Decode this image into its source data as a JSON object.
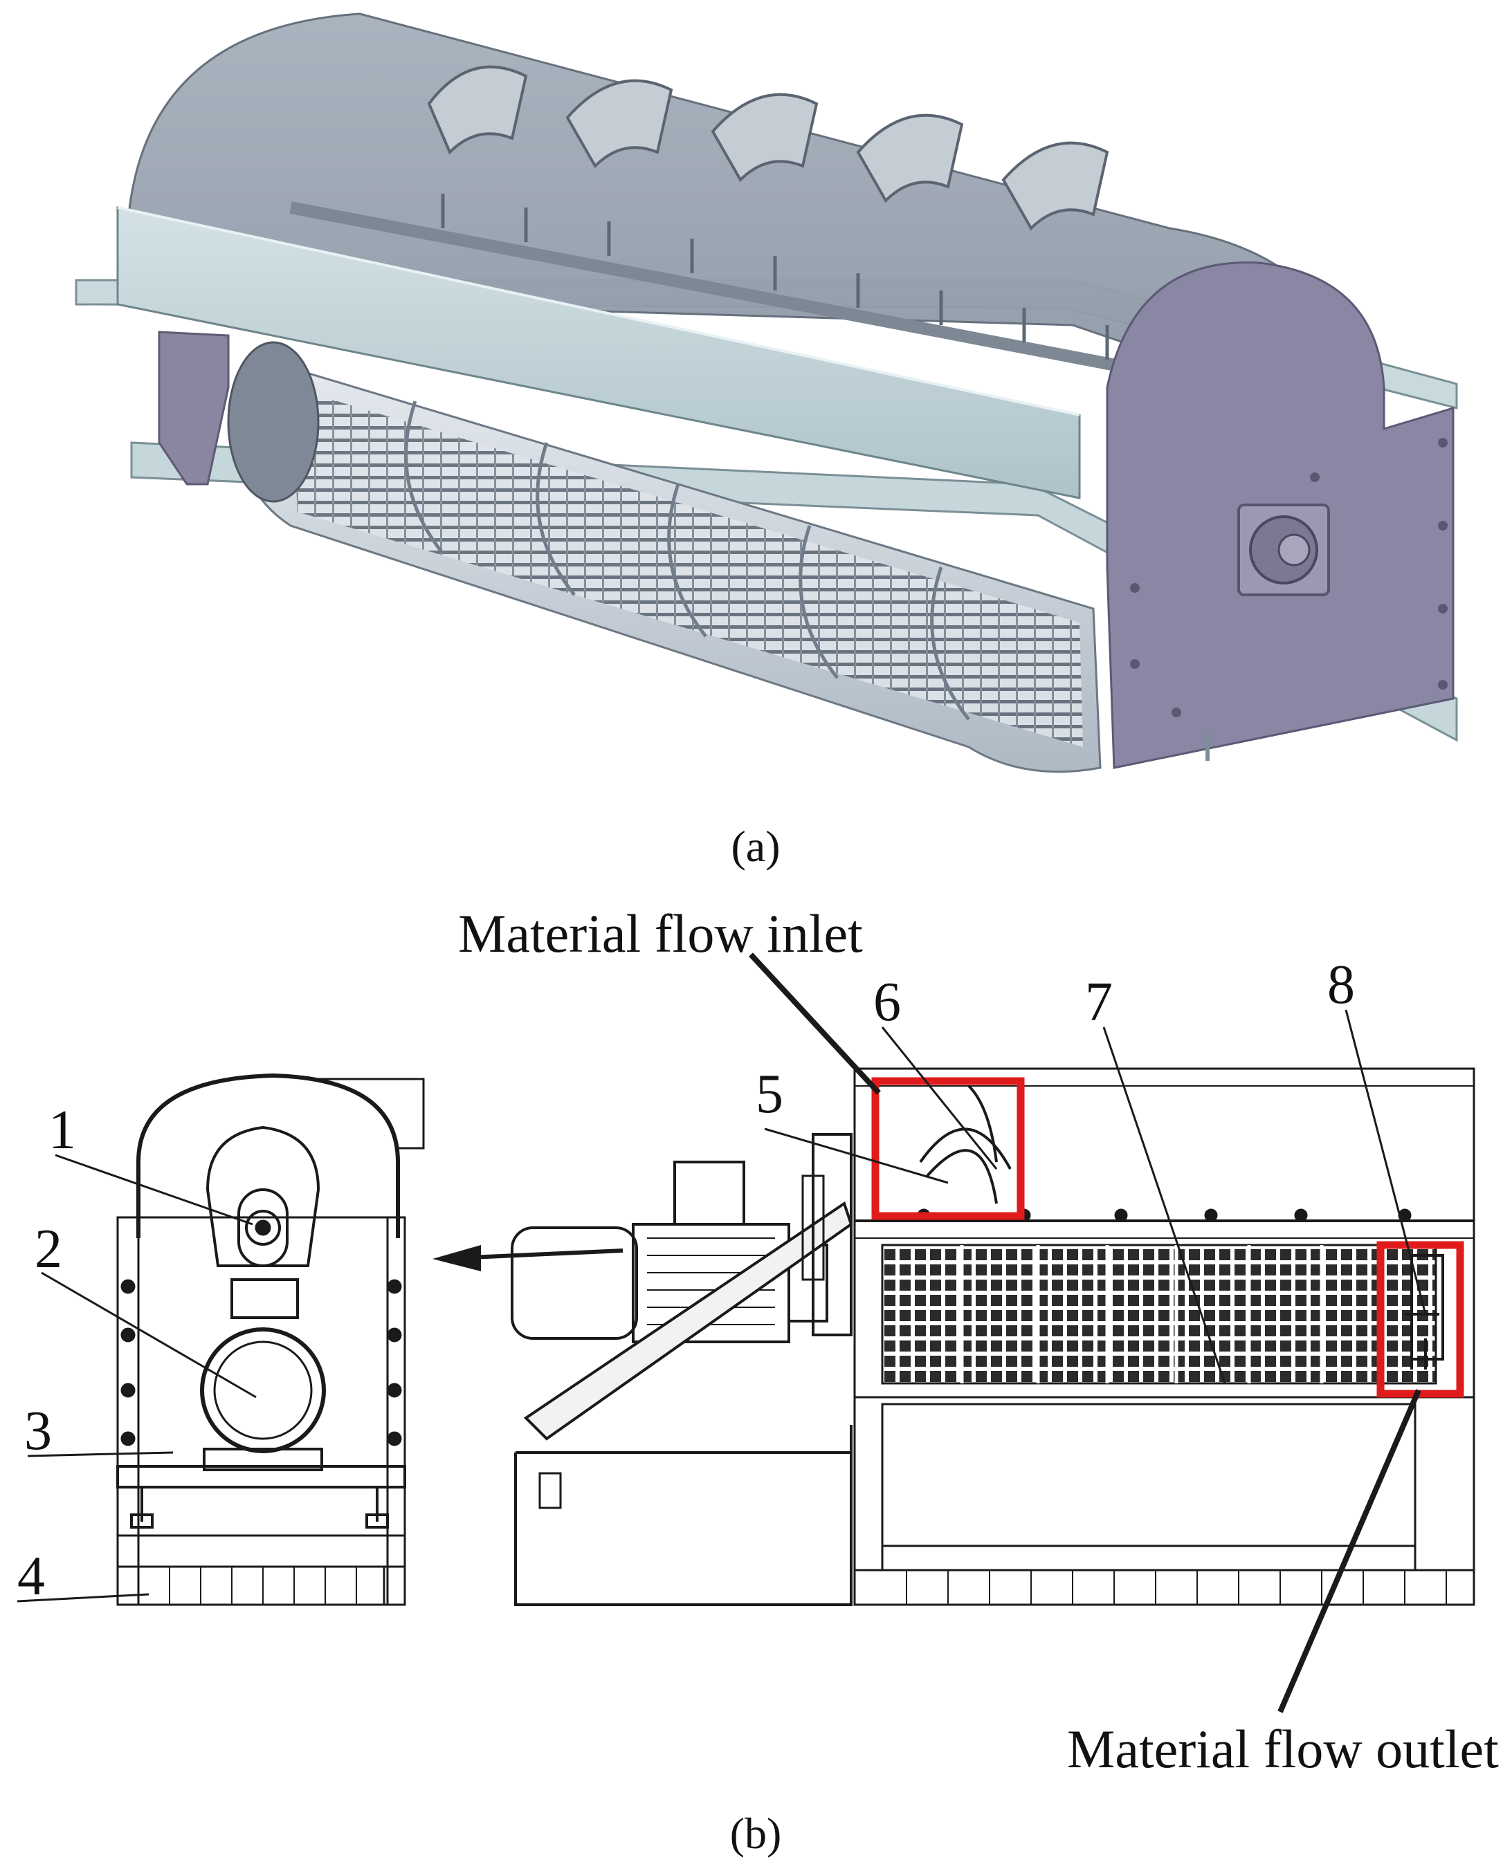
{
  "figure": {
    "panel_a": {
      "caption": "(a)"
    },
    "panel_b": {
      "caption": "(b)",
      "annotations": {
        "inlet": "Material flow inlet",
        "outlet": "Material flow outlet"
      },
      "part_numbers": [
        "1",
        "2",
        "3",
        "4",
        "5",
        "6",
        "7",
        "8"
      ]
    }
  },
  "colors": {
    "shell": "#9aa6b4",
    "end_plate": "#8a88a4",
    "frame": "#b9cdd3",
    "highlight_box": "#e01b1b",
    "line": "#1a1a1a"
  }
}
